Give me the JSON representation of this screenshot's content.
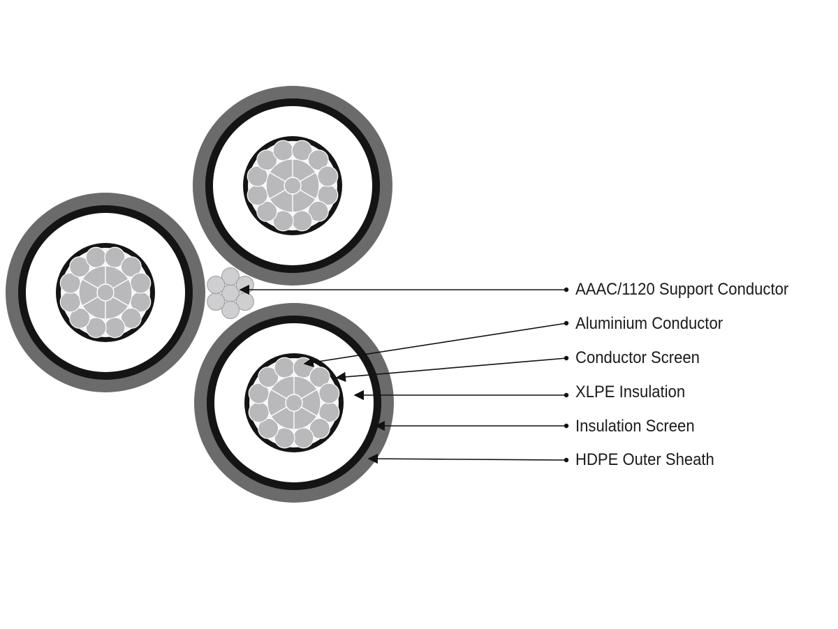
{
  "labels": [
    "AAAC/1120 Support Conductor",
    "Aluminium Conductor",
    "Conductor Screen",
    "XLPE Insulation",
    "Insulation Screen",
    "HDPE Outer Sheath"
  ],
  "colors": {
    "outer_sheath": "#6b6b6b",
    "insulation_screen": "#141414",
    "insulation": "#ffffff",
    "strand_fill": "#b9b9bb",
    "support_strand_fill": "#cfcfd1",
    "leader": "#111111"
  }
}
